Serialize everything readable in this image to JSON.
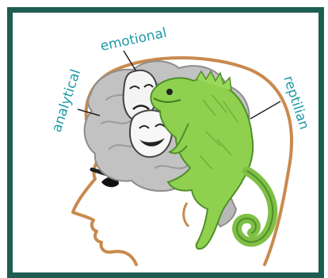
{
  "labels": {
    "analytical": "analytical",
    "emotional": "emotional",
    "reptilian": "reptilian"
  },
  "colors": {
    "frame": "#1f5d52",
    "label": "#1d9aa8",
    "head_outline": "#c98a4e",
    "brain": "#bdbdbd",
    "lizard": "#8fd14f",
    "lizard_dark": "#4f8f2a"
  }
}
